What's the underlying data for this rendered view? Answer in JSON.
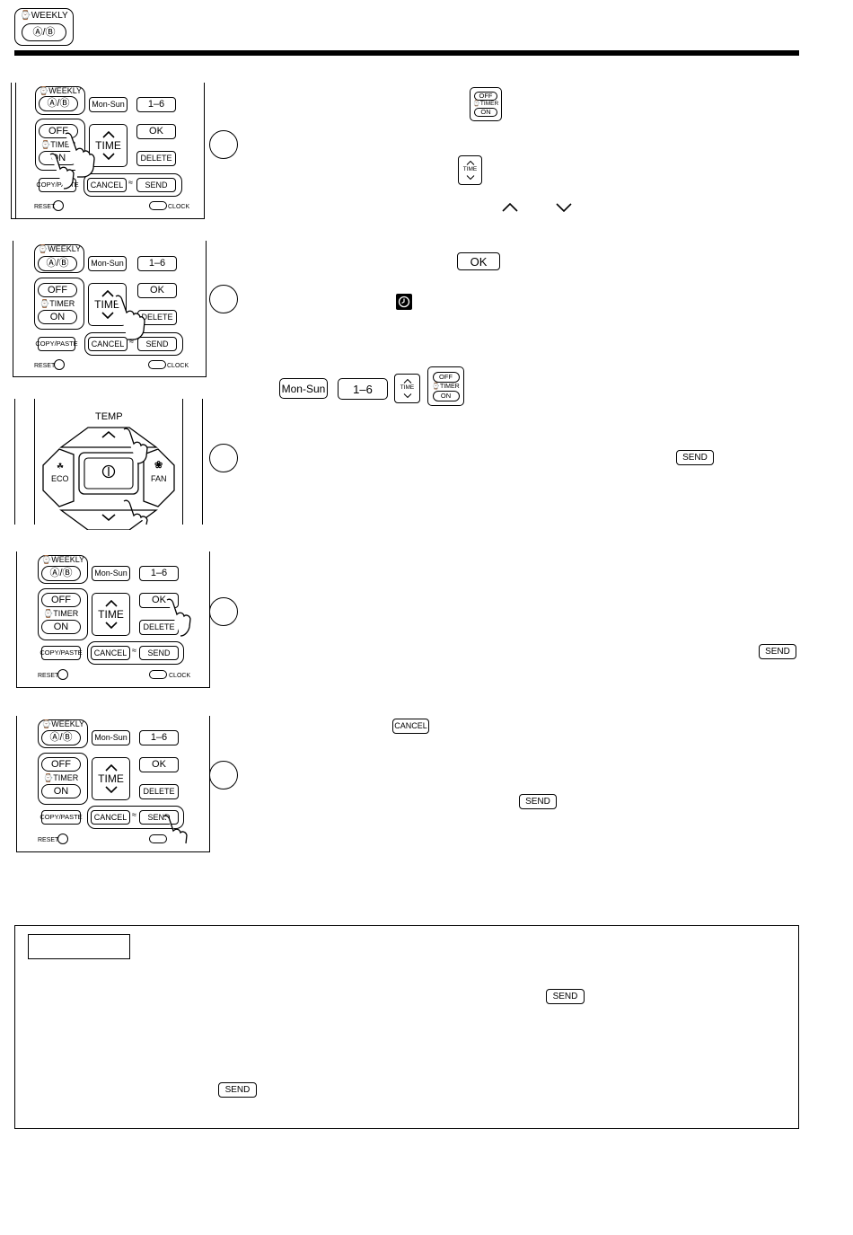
{
  "header": {
    "weekly_label": "⌚WEEKLY",
    "ab_label": "Ⓐ/Ⓑ"
  },
  "remote": {
    "weekly_label": "⌚WEEKLY",
    "ab_label": "Ⓐ/Ⓑ",
    "mon_sun": "Mon-Sun",
    "one_six": "1–6",
    "off": "OFF",
    "on": "ON",
    "timer": "⌚TIMER",
    "time": "TIME",
    "ok": "OK",
    "delete": "DELETE",
    "copy_paste": "COPY/PASTE",
    "cancel": "CANCEL",
    "send": "SEND",
    "reset": "RESET",
    "clock": "CLOCK"
  },
  "temp_panel": {
    "temp": "TEMP",
    "eco": "ECO",
    "fan": "FAN"
  },
  "inline_keys": {
    "off": "OFF",
    "timer": "⌚TIMER",
    "on": "ON",
    "time": "TIME",
    "ok": "OK",
    "mon_sun": "Mon-Sun",
    "one_six": "1–6",
    "send": "SEND",
    "cancel": "CANCEL"
  },
  "icons": [
    "arrow-up-icon",
    "arrow-down-icon",
    "clock-icon",
    "hand-pointer-icon",
    "power-icon",
    "leaf-icon",
    "fan-icon",
    "signal-icon"
  ]
}
